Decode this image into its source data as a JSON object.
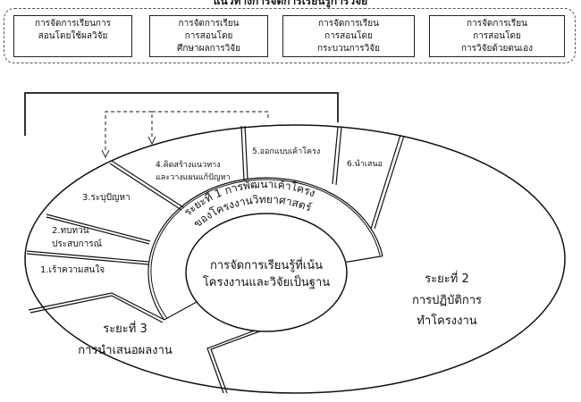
{
  "header": {
    "title": "แนวทางการจัดการเรียนรู้การวิจัย"
  },
  "approaches": [
    {
      "lines": [
        "การจัดการเรียนการ",
        "สอนโดยใช้ผลวิจัย"
      ]
    },
    {
      "lines": [
        "การจัดการเรียน",
        "การสอนโดย",
        "ศึกษาผลการวิจัย"
      ]
    },
    {
      "lines": [
        "การจัดการเรียน",
        "การสอนโดย",
        "กระบวนการวิจัย"
      ]
    },
    {
      "lines": [
        "การจัดการเรียน",
        "การสอนโดย",
        "การวิจัยด้วยตนเอง"
      ]
    }
  ],
  "center": {
    "lines": [
      "การจัดการเรียนรู้ที่เน้น",
      "โครงงานและวิจัยเป็นฐาน"
    ]
  },
  "phase1": {
    "line1": "ระยะที่ 1 การพัฒนาเค้าโครง",
    "line2": "ของโครงงานวิทยาศาสตร์"
  },
  "steps": [
    "1.เร้าความสนใจ",
    "2.ทบทวน",
    "ประสบการณ์",
    "3.ระบุปัญหา",
    "4.คิดสร้างแนวทาง",
    "และวางแผนแก้ปัญหา",
    "5.ออกแบบเค้าโครง",
    "6.นำเสนอ"
  ],
  "phase2": {
    "lines": [
      "ระยะที่ 2",
      "การปฏิบัติการ",
      "ทำโครงงาน"
    ]
  },
  "phase3": {
    "lines": [
      "ระยะที่ 3",
      "การนำเสนอผลงาน"
    ]
  }
}
